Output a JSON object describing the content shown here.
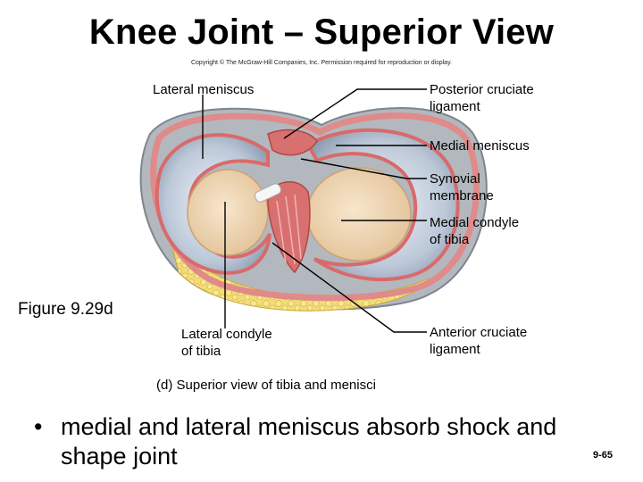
{
  "title": "Knee Joint – Superior View",
  "copyright": "Copyright © The McGraw-Hill Companies, Inc. Permission required for reproduction or display.",
  "labels": {
    "lateral_meniscus": "Lateral meniscus",
    "posterior_cruciate_1": "Posterior cruciate",
    "posterior_cruciate_2": "ligament",
    "medial_meniscus": "Medial meniscus",
    "synovial_1": "Synovial",
    "synovial_2": "membrane",
    "medial_condyle_1": "Medial condyle",
    "medial_condyle_2": "of tibia",
    "lateral_condyle_1": "Lateral condyle",
    "lateral_condyle_2": "of tibia",
    "anterior_cruciate_1": "Anterior cruciate",
    "anterior_cruciate_2": "ligament"
  },
  "figure_label": "Figure 9.29d",
  "caption": "(d)  Superior view of tibia and menisci",
  "bullet": {
    "symbol": "•",
    "text": "medial and lateral meniscus absorb shock and shape joint"
  },
  "page_number": "9-65",
  "colors": {
    "meniscus": "#c8d3e2",
    "ligament": "#d96a6a",
    "condyle": "#f0d9b8",
    "fat": "#f2d66a",
    "capsule": "#a8aeb4"
  }
}
